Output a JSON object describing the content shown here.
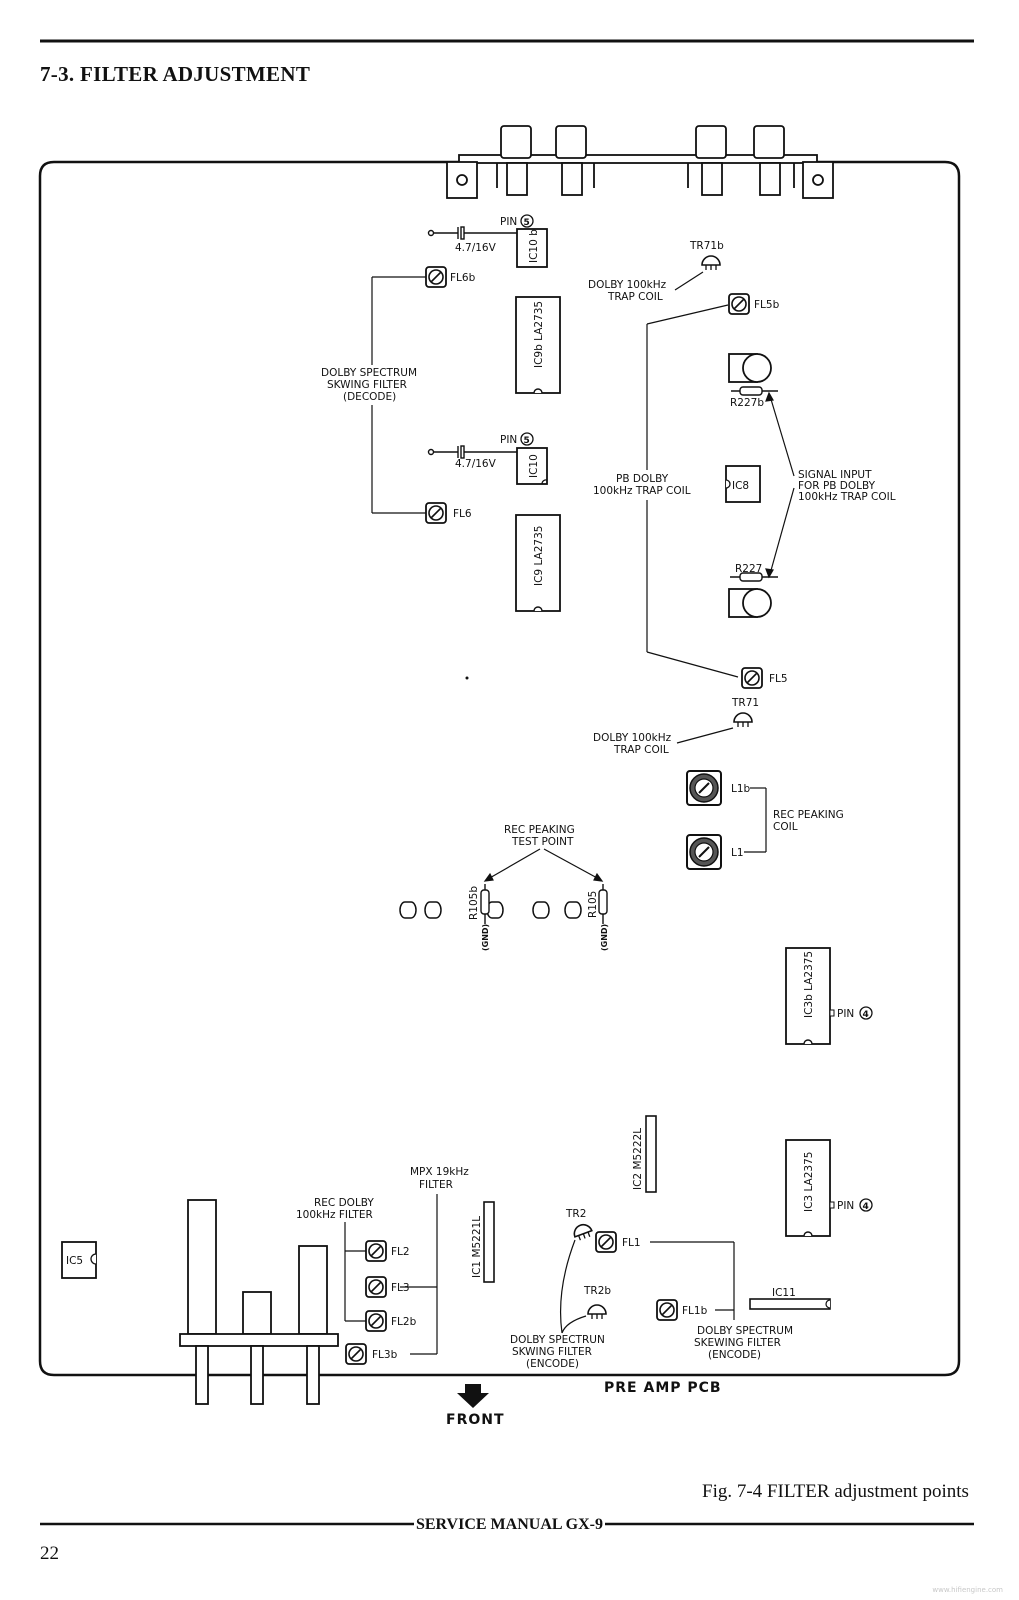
{
  "header": {
    "section_title": "7-3. FILTER ADJUSTMENT"
  },
  "diagram": {
    "labels": {
      "pin5_b": "PIN",
      "cap_b": "4.7/16V",
      "ic10b": "IC10 b",
      "tr71b": "TR71b",
      "fl6b": "FL6b",
      "dolby_trap_top": [
        "DOLBY 100kHz",
        "TRAP COIL"
      ],
      "fl5b": "FL5b",
      "ic9b": "IC9b LA2735",
      "skewing_decode": [
        "DOLBY SPECTRUM",
        "SKWING FILTER",
        "(DECODE)"
      ],
      "r227b": "R227b",
      "pin5": "PIN",
      "cap": "4.7/16V",
      "ic10": "IC10",
      "pb_trap": [
        "PB DOLBY",
        "100kHz TRAP COIL"
      ],
      "ic8": "IC8",
      "signal_input": [
        "SIGNAL INPUT",
        "FOR PB DOLBY",
        "100kHz TRAP COIL"
      ],
      "fl6": "FL6",
      "ic9": "IC9 LA2735",
      "r227": "R227",
      "fl5": "FL5",
      "tr71": "TR71",
      "dolby_trap_bottom": [
        "DOLBY 100kHz",
        "TRAP COIL"
      ],
      "l1b": "L1b",
      "rec_peaking_coil": [
        "REC PEAKING",
        "COIL"
      ],
      "l1": "L1",
      "rec_peaking_tp": [
        "REC PEAKING",
        "TEST POINT"
      ],
      "r105b": "R105b",
      "r105": "R105",
      "gnd": "(GND)",
      "ic3b": "IC3b LA2375",
      "pin4": "PIN",
      "ic2": "IC2 M5222L",
      "mpx": [
        "MPX 19kHz",
        "FILTER"
      ],
      "rec_dolby": [
        "REC DOLBY",
        "100kHz FILTER"
      ],
      "ic3": "IC3 LA2375",
      "tr2": "TR2",
      "ic1": "IC1 M5221L",
      "fl1": "FL1",
      "ic5": "IC5",
      "fl2": "FL2",
      "fl3": "FL3",
      "tr2b": "TR2b",
      "ic11": "IC11",
      "fl2b": "FL2b",
      "fl1b": "FL1b",
      "fl3b": "FL3b",
      "skewing_encode_left": [
        "DOLBY SPECTRUN",
        "SKWING FILTER",
        "(ENCODE)"
      ],
      "skewing_encode_right": [
        "DOLBY SPECTRUM",
        "SKEWING FILTER",
        "(ENCODE)"
      ],
      "pcb_name": "PRE AMP PCB",
      "front": "FRONT"
    }
  },
  "caption": "Fig. 7-4  FILTER adjustment points",
  "footer": {
    "manual_title": "SERVICE MANUAL GX-9",
    "page_number": "22"
  },
  "watermark": "www.hifiengine.com"
}
